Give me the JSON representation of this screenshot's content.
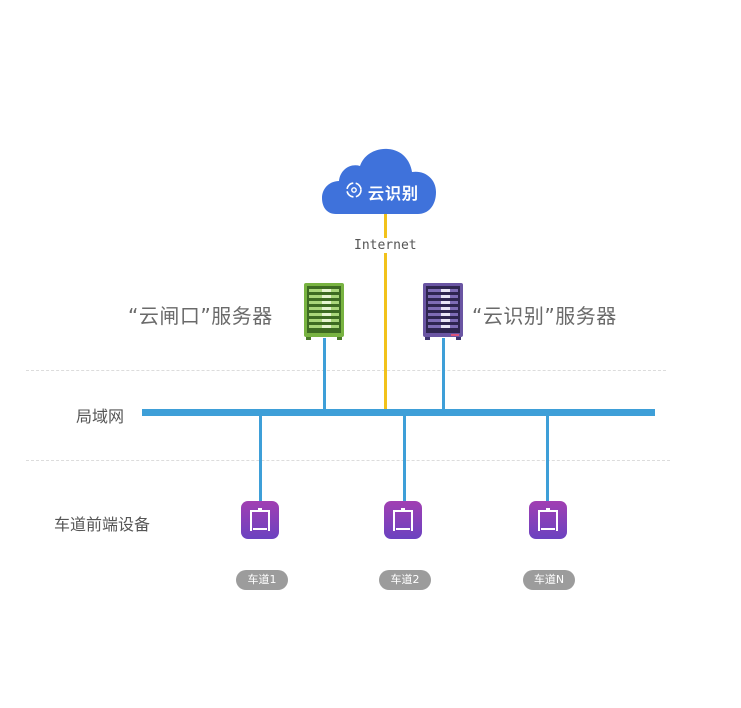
{
  "cloud": {
    "label": "云识别",
    "icon": "cloud-recognition-icon",
    "color": "#3f72db"
  },
  "internet": {
    "label": "Internet",
    "line_color": "#f2c21b"
  },
  "servers": [
    {
      "label": "“云闸口”服务器",
      "color": "#6aa63a",
      "icon": "server-rack-icon"
    },
    {
      "label": "“云识别”服务器",
      "color": "#5b4891",
      "icon": "server-rack-icon"
    }
  ],
  "lan": {
    "label": "局域网",
    "color": "#3e9fd8"
  },
  "lane_devices": {
    "label": "车道前端设备",
    "gradient": [
      "#a13fb2",
      "#6b42c0"
    ],
    "lanes": [
      {
        "label": "车道1"
      },
      {
        "label": "车道2"
      },
      {
        "label": "车道N"
      }
    ]
  }
}
